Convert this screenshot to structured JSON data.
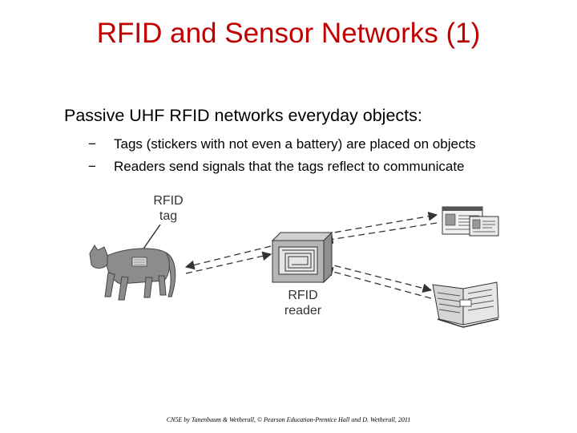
{
  "slide": {
    "title": "RFID and Sensor Networks (1)",
    "main_bullet": "Passive UHF RFID networks everyday objects:",
    "sub_bullets": [
      "Tags (stickers with not even a battery) are placed on objects",
      "Readers send signals that the tags reflect to communicate"
    ],
    "sub_bullet_marker": "−"
  },
  "figure": {
    "tag_label_line1": "RFID",
    "tag_label_line2": "tag",
    "reader_label_line1": "RFID",
    "reader_label_line2": "reader",
    "colors": {
      "animal": "#8a8a8a",
      "reader_body": "#b5b5b5",
      "arrow": "#333333"
    },
    "icons": [
      "cat-icon",
      "rfid-reader-icon",
      "license-card-icon",
      "book-icon"
    ]
  },
  "footer": {
    "credit": "CN5E by Tanenbaum & Wetherall, © Pearson Education-Prentice Hall and D. Wetherall, 2011"
  }
}
